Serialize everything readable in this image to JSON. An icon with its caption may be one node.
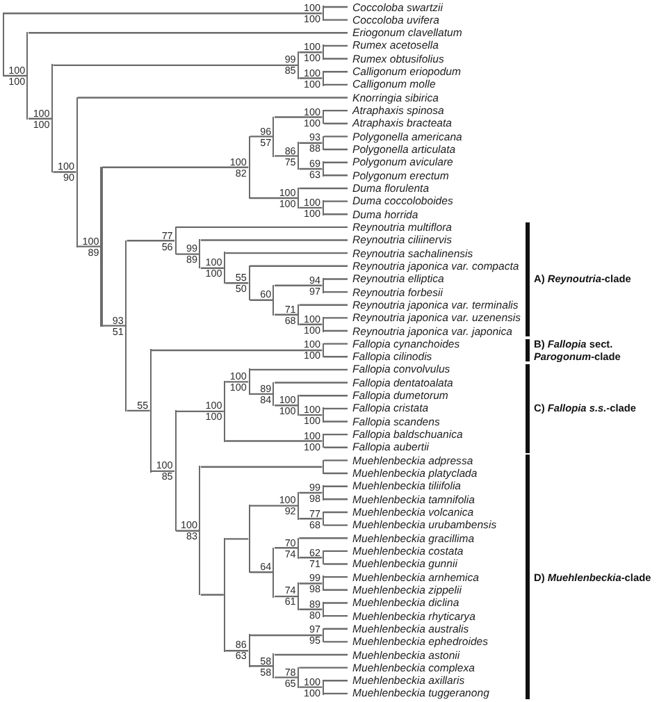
{
  "diagram": {
    "nodes": [
      {
        "text": [],
        "shape": "line"
      },
      {
        "text": [],
        "shape": "line",
        "beside": [
          "100",
          "100"
        ]
      },
      {
        "text": [
          "Coccoloba swartzii"
        ]
      },
      {
        "text": [
          "Coccoloba uvifera"
        ]
      },
      {
        "text": [],
        "shape": "line",
        "beside": [
          "100",
          "100"
        ]
      },
      {
        "text": [
          "Eriogonum clavellatum"
        ]
      },
      {
        "text": [],
        "shape": "line",
        "beside": [
          "100",
          "100"
        ]
      },
      {
        "text": [],
        "shape": "line",
        "beside": [
          "99",
          "85"
        ]
      },
      {
        "text": [],
        "shape": "line",
        "beside": [
          "100",
          "100"
        ]
      },
      {
        "text": [
          "Rumex acetosella"
        ]
      },
      {
        "text": [
          "Rumex obtusifolius"
        ]
      },
      {
        "text": [],
        "shape": "line",
        "beside": [
          "100",
          "100"
        ]
      },
      {
        "text": [
          "Calligonum eriopodum"
        ]
      },
      {
        "text": [
          "Calligonum molle"
        ]
      },
      {
        "text": [],
        "shape": "line",
        "beside": [
          "100",
          "90"
        ]
      },
      {
        "text": [
          "Knorringia sibirica"
        ]
      },
      {
        "text": [],
        "shape": "line",
        "beside": [
          "100",
          "89"
        ]
      },
      {
        "text": [],
        "shape": "line",
        "beside": [
          "100",
          "82"
        ]
      },
      {
        "text": [],
        "shape": "line",
        "beside": [
          "96",
          "57"
        ]
      },
      {
        "text": [],
        "shape": "line",
        "beside": [
          "100",
          "100"
        ]
      },
      {
        "text": [
          "Atraphaxis spinosa"
        ]
      },
      {
        "text": [
          "Atraphaxis bracteata"
        ]
      },
      {
        "text": [],
        "shape": "line",
        "beside": [
          "86",
          "75"
        ]
      },
      {
        "text": [],
        "shape": "line",
        "beside": [
          "93",
          "88"
        ]
      },
      {
        "text": [
          "Polygonella americana"
        ]
      },
      {
        "text": [
          "Polygonella articulata"
        ]
      },
      {
        "text": [],
        "shape": "line",
        "beside": [
          "69",
          "63"
        ]
      },
      {
        "text": [
          "Polygonum aviculare"
        ]
      },
      {
        "text": [
          "Polygonum erectum"
        ]
      },
      {
        "text": [],
        "shape": "line",
        "beside": [
          "100",
          "100"
        ]
      },
      {
        "text": [
          "Duma florulenta"
        ]
      },
      {
        "text": [],
        "shape": "line",
        "beside": [
          "100",
          "100"
        ]
      },
      {
        "text": [
          "Duma coccoloboides"
        ]
      },
      {
        "text": [
          "Duma horrida"
        ]
      },
      {
        "text": [],
        "shape": "line",
        "beside": [
          "93",
          "51"
        ]
      },
      {
        "text": [],
        "shape": "line",
        "beside": [
          "77",
          "56"
        ]
      },
      {
        "text": [
          "Reynoutria multiflora"
        ]
      },
      {
        "text": [],
        "shape": "line",
        "beside": [
          "99",
          "89"
        ]
      },
      {
        "text": [
          "Reynoutria ciliinervis"
        ]
      },
      {
        "text": [],
        "shape": "line",
        "beside": [
          "100",
          "100"
        ]
      },
      {
        "text": [
          "Reynoutria sachalinensis"
        ]
      },
      {
        "text": [],
        "shape": "line",
        "beside": [
          "55",
          "50"
        ]
      },
      {
        "text": [
          "Reynoutria japonica var. compacta"
        ]
      },
      {
        "text": [],
        "shape": "line",
        "beside": [
          "60"
        ]
      },
      {
        "text": [],
        "shape": "line",
        "beside": [
          "94",
          "97"
        ]
      },
      {
        "text": [
          "Reynoutria elliptica"
        ]
      },
      {
        "text": [
          "Reynoutria forbesii"
        ]
      },
      {
        "text": [],
        "shape": "line",
        "beside": [
          "71",
          "68"
        ]
      },
      {
        "text": [
          "Reynoutria japonica var. terminalis"
        ]
      },
      {
        "text": [],
        "shape": "line",
        "beside": [
          "100",
          "100"
        ]
      },
      {
        "text": [
          "Reynoutria japonica var. uzenensis"
        ]
      },
      {
        "text": [
          "Reynoutria japonica var. japonica"
        ]
      },
      {
        "text": [],
        "shape": "line",
        "beside": [
          "55"
        ]
      },
      {
        "text": [],
        "shape": "line",
        "beside": [
          "100",
          "100"
        ]
      },
      {
        "text": [
          "Fallopia cynanchoides"
        ]
      },
      {
        "text": [
          "Fallopia cilinodis"
        ]
      },
      {
        "text": [],
        "shape": "line",
        "beside": [
          "100",
          "85"
        ]
      },
      {
        "text": [],
        "shape": "line",
        "beside": [
          "100",
          "100"
        ]
      },
      {
        "text": [],
        "shape": "line",
        "beside": [
          "100",
          "100"
        ]
      },
      {
        "text": [
          "Fallopia convolvulus"
        ]
      },
      {
        "text": [],
        "shape": "line",
        "beside": [
          "89",
          "84"
        ]
      },
      {
        "text": [
          "Fallopia dentatoalata"
        ]
      },
      {
        "text": [],
        "shape": "line",
        "beside": [
          "100",
          "100"
        ]
      },
      {
        "text": [
          "Fallopia dumetorum"
        ]
      },
      {
        "text": [],
        "shape": "line",
        "beside": [
          "100",
          "100"
        ]
      },
      {
        "text": [
          "Fallopia cristata"
        ]
      },
      {
        "text": [
          "Fallopia scandens"
        ]
      },
      {
        "text": [],
        "shape": "line",
        "beside": [
          "100",
          "100"
        ]
      },
      {
        "text": [
          "Fallopia baldschuanica"
        ]
      },
      {
        "text": [
          "Fallopia aubertii"
        ]
      },
      {
        "text": [],
        "shape": "line",
        "beside": [
          "100",
          "83"
        ]
      },
      {
        "text": [],
        "shape": "line"
      },
      {
        "text": [
          "Muehlenbeckia adpressa"
        ]
      },
      {
        "text": [
          "Muehlenbeckia platyclada"
        ]
      },
      {
        "text": [],
        "shape": "line"
      },
      {
        "text": [],
        "shape": "line"
      },
      {
        "text": [],
        "shape": "line",
        "beside": [
          "100",
          "92"
        ]
      },
      {
        "text": [],
        "shape": "line",
        "beside": [
          "99",
          "98"
        ]
      },
      {
        "text": [
          "Muehlenbeckia tiliifolia"
        ]
      },
      {
        "text": [
          "Muehlenbeckia tamnifolia"
        ]
      },
      {
        "text": [],
        "shape": "line",
        "beside": [
          "77",
          "68"
        ]
      },
      {
        "text": [
          "Muehlenbeckia volcanica"
        ]
      },
      {
        "text": [
          "Muehlenbeckia urubambensis"
        ]
      },
      {
        "text": [],
        "shape": "line",
        "beside": [
          "64"
        ]
      },
      {
        "text": [],
        "shape": "line",
        "beside": [
          "70",
          "74"
        ]
      },
      {
        "text": [
          "Muehlenbeckia gracillima"
        ]
      },
      {
        "text": [],
        "shape": "line",
        "beside": [
          "62",
          "71"
        ]
      },
      {
        "text": [
          "Muehlenbeckia costata"
        ]
      },
      {
        "text": [
          "Muehlenbeckia gunnii"
        ]
      },
      {
        "text": [],
        "shape": "line",
        "beside": [
          "74",
          "61"
        ]
      },
      {
        "text": [],
        "shape": "line",
        "beside": [
          "99",
          "98"
        ]
      },
      {
        "text": [
          "Muehlenbeckia arnhemica"
        ]
      },
      {
        "text": [
          "Muehlenbeckia zippelii"
        ]
      },
      {
        "text": [],
        "shape": "line",
        "beside": [
          "89",
          "80"
        ]
      },
      {
        "text": [
          "Muehlenbeckia diclina"
        ]
      },
      {
        "text": [
          "Muehlenbeckia rhyticarya"
        ]
      },
      {
        "text": [],
        "shape": "line",
        "beside": [
          "86",
          "63"
        ]
      },
      {
        "text": [],
        "shape": "line",
        "beside": [
          "97",
          "95"
        ]
      },
      {
        "text": [
          "Muehlenbeckia australis"
        ]
      },
      {
        "text": [
          "Muehlenbeckia ephedroides"
        ]
      },
      {
        "text": [],
        "shape": "line",
        "beside": [
          "58",
          "58"
        ]
      },
      {
        "text": [
          "Muehlenbeckia astonii"
        ]
      },
      {
        "text": [],
        "shape": "line",
        "beside": [
          "78",
          "65"
        ]
      },
      {
        "text": [
          "Muehlenbeckia complexa"
        ]
      },
      {
        "text": [],
        "shape": "line",
        "beside": [
          "100",
          "100"
        ]
      },
      {
        "text": [
          "Muehlenbeckia axillaris"
        ]
      },
      {
        "text": [
          "Muehlenbeckia tuggeranong"
        ]
      }
    ],
    "edges": [
      {
        "from": 0,
        "to": 1,
        "arrow": "none"
      },
      {
        "from": 1,
        "to": 2,
        "arrow": "none"
      },
      {
        "from": 1,
        "to": 3,
        "arrow": "none"
      },
      {
        "from": 0,
        "to": 4,
        "arrow": "none"
      },
      {
        "from": 4,
        "to": 5,
        "arrow": "none"
      },
      {
        "from": 4,
        "to": 6,
        "arrow": "none"
      },
      {
        "from": 6,
        "to": 7,
        "arrow": "none"
      },
      {
        "from": 7,
        "to": 8,
        "arrow": "none"
      },
      {
        "from": 8,
        "to": 9,
        "arrow": "none"
      },
      {
        "from": 8,
        "to": 10,
        "arrow": "none"
      },
      {
        "from": 7,
        "to": 11,
        "arrow": "none"
      },
      {
        "from": 11,
        "to": 12,
        "arrow": "none"
      },
      {
        "from": 11,
        "to": 13,
        "arrow": "none"
      },
      {
        "from": 6,
        "to": 14,
        "arrow": "none"
      },
      {
        "from": 14,
        "to": 15,
        "arrow": "none"
      },
      {
        "from": 14,
        "to": 16,
        "arrow": "none"
      },
      {
        "from": 16,
        "to": 17,
        "arrow": "none"
      },
      {
        "from": 17,
        "to": 18,
        "arrow": "none"
      },
      {
        "from": 18,
        "to": 19,
        "arrow": "none"
      },
      {
        "from": 19,
        "to": 20,
        "arrow": "none"
      },
      {
        "from": 19,
        "to": 21,
        "arrow": "none"
      },
      {
        "from": 18,
        "to": 22,
        "arrow": "none"
      },
      {
        "from": 22,
        "to": 23,
        "arrow": "none"
      },
      {
        "from": 23,
        "to": 24,
        "arrow": "none"
      },
      {
        "from": 23,
        "to": 25,
        "arrow": "none"
      },
      {
        "from": 22,
        "to": 26,
        "arrow": "none"
      },
      {
        "from": 26,
        "to": 27,
        "arrow": "none"
      },
      {
        "from": 26,
        "to": 28,
        "arrow": "none"
      },
      {
        "from": 17,
        "to": 29,
        "arrow": "none"
      },
      {
        "from": 29,
        "to": 30,
        "arrow": "none"
      },
      {
        "from": 29,
        "to": 31,
        "arrow": "none"
      },
      {
        "from": 31,
        "to": 32,
        "arrow": "none"
      },
      {
        "from": 31,
        "to": 33,
        "arrow": "none"
      },
      {
        "from": 16,
        "to": 34,
        "arrow": "none"
      },
      {
        "from": 34,
        "to": 35,
        "arrow": "none"
      },
      {
        "from": 35,
        "to": 36,
        "arrow": "none"
      },
      {
        "from": 35,
        "to": 37,
        "arrow": "none"
      },
      {
        "from": 37,
        "to": 38,
        "arrow": "none"
      },
      {
        "from": 37,
        "to": 39,
        "arrow": "none"
      },
      {
        "from": 39,
        "to": 40,
        "arrow": "none"
      },
      {
        "from": 39,
        "to": 41,
        "arrow": "none"
      },
      {
        "from": 41,
        "to": 42,
        "arrow": "none"
      },
      {
        "from": 41,
        "to": 43,
        "arrow": "none"
      },
      {
        "from": 43,
        "to": 44,
        "arrow": "none"
      },
      {
        "from": 44,
        "to": 45,
        "arrow": "none"
      },
      {
        "from": 44,
        "to": 46,
        "arrow": "none"
      },
      {
        "from": 43,
        "to": 47,
        "arrow": "none"
      },
      {
        "from": 47,
        "to": 48,
        "arrow": "none"
      },
      {
        "from": 47,
        "to": 49,
        "arrow": "none"
      },
      {
        "from": 49,
        "to": 50,
        "arrow": "none"
      },
      {
        "from": 49,
        "to": 51,
        "arrow": "none"
      },
      {
        "from": 34,
        "to": 52,
        "arrow": "none"
      },
      {
        "from": 52,
        "to": 53,
        "arrow": "none"
      },
      {
        "from": 53,
        "to": 54,
        "arrow": "none"
      },
      {
        "from": 53,
        "to": 55,
        "arrow": "none"
      },
      {
        "from": 52,
        "to": 56,
        "arrow": "none"
      },
      {
        "from": 56,
        "to": 57,
        "arrow": "none"
      },
      {
        "from": 57,
        "to": 58,
        "arrow": "none"
      },
      {
        "from": 58,
        "to": 59,
        "arrow": "none"
      },
      {
        "from": 58,
        "to": 60,
        "arrow": "none"
      },
      {
        "from": 60,
        "to": 61,
        "arrow": "none"
      },
      {
        "from": 60,
        "to": 62,
        "arrow": "none"
      },
      {
        "from": 62,
        "to": 63,
        "arrow": "none"
      },
      {
        "from": 62,
        "to": 64,
        "arrow": "none"
      },
      {
        "from": 64,
        "to": 65,
        "arrow": "none"
      },
      {
        "from": 64,
        "to": 66,
        "arrow": "none"
      },
      {
        "from": 57,
        "to": 67,
        "arrow": "none"
      },
      {
        "from": 67,
        "to": 68,
        "arrow": "none"
      },
      {
        "from": 67,
        "to": 69,
        "arrow": "none"
      },
      {
        "from": 56,
        "to": 70,
        "arrow": "none"
      },
      {
        "from": 70,
        "to": 71,
        "arrow": "none"
      },
      {
        "from": 71,
        "to": 72,
        "arrow": "none"
      },
      {
        "from": 71,
        "to": 73,
        "arrow": "none"
      },
      {
        "from": 70,
        "to": 74,
        "arrow": "none"
      },
      {
        "from": 74,
        "to": 75,
        "arrow": "none"
      },
      {
        "from": 75,
        "to": 76,
        "arrow": "none"
      },
      {
        "from": 76,
        "to": 77,
        "arrow": "none"
      },
      {
        "from": 77,
        "to": 78,
        "arrow": "none"
      },
      {
        "from": 77,
        "to": 79,
        "arrow": "none"
      },
      {
        "from": 76,
        "to": 80,
        "arrow": "none"
      },
      {
        "from": 80,
        "to": 81,
        "arrow": "none"
      },
      {
        "from": 80,
        "to": 82,
        "arrow": "none"
      },
      {
        "from": 75,
        "to": 83,
        "arrow": "none"
      },
      {
        "from": 83,
        "to": 84,
        "arrow": "none"
      },
      {
        "from": 84,
        "to": 85,
        "arrow": "none"
      },
      {
        "from": 84,
        "to": 86,
        "arrow": "none"
      },
      {
        "from": 86,
        "to": 87,
        "arrow": "none"
      },
      {
        "from": 86,
        "to": 88,
        "arrow": "none"
      },
      {
        "from": 83,
        "to": 89,
        "arrow": "none"
      },
      {
        "from": 89,
        "to": 90,
        "arrow": "none"
      },
      {
        "from": 90,
        "to": 91,
        "arrow": "none"
      },
      {
        "from": 90,
        "to": 92,
        "arrow": "none"
      },
      {
        "from": 89,
        "to": 93,
        "arrow": "none"
      },
      {
        "from": 93,
        "to": 94,
        "arrow": "none"
      },
      {
        "from": 93,
        "to": 95,
        "arrow": "none"
      },
      {
        "from": 74,
        "to": 96,
        "arrow": "none"
      },
      {
        "from": 96,
        "to": 97,
        "arrow": "none"
      },
      {
        "from": 97,
        "to": 98,
        "arrow": "none"
      },
      {
        "from": 97,
        "to": 99,
        "arrow": "none"
      },
      {
        "from": 96,
        "to": 100,
        "arrow": "none"
      },
      {
        "from": 100,
        "to": 101,
        "arrow": "none"
      },
      {
        "from": 100,
        "to": 102,
        "arrow": "none"
      },
      {
        "from": 102,
        "to": 103,
        "arrow": "none"
      },
      {
        "from": 102,
        "to": 104,
        "arrow": "none"
      },
      {
        "from": 104,
        "to": 105,
        "arrow": "none"
      },
      {
        "from": 104,
        "to": 106,
        "arrow": "none"
      }
    ],
    "labels": [
      "A) *Reynoutria*-clade",
      "B) *Fallopia* sect. *Parogonum*-clade",
      "C) *Fallopia s.s.*-clade",
      "D) *Muehlenbeckia*-clade"
    ]
  }
}
